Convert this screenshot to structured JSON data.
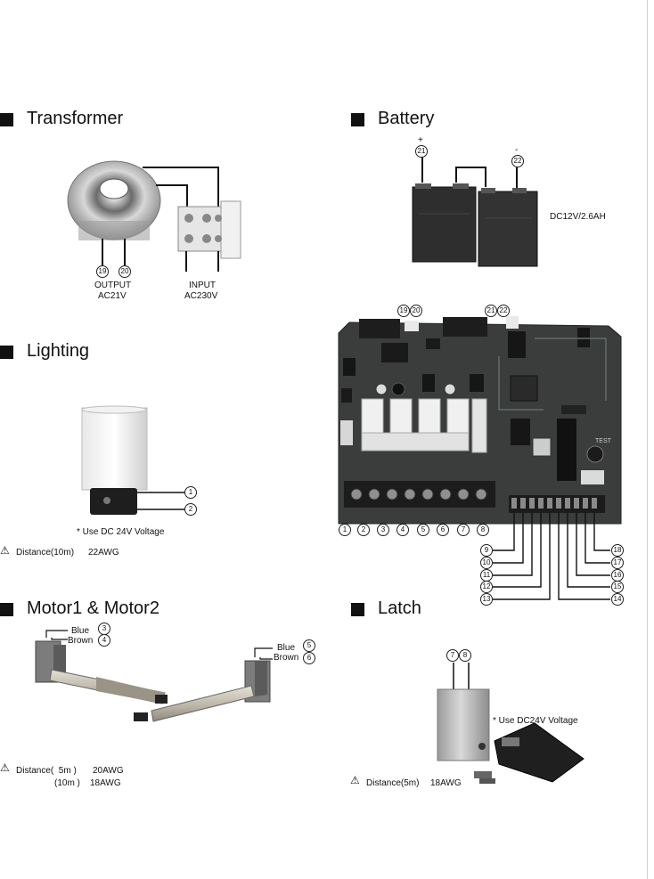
{
  "sections": {
    "transformer": {
      "title": "Transformer",
      "output_terminals": [
        "19",
        "20"
      ],
      "output_label": "OUTPUT",
      "output_voltage": "AC21V",
      "input_label": "INPUT",
      "input_voltage": "AC230V"
    },
    "battery": {
      "title": "Battery",
      "plus_sign": "+",
      "minus_sign": "-",
      "plus_terminal": "21",
      "minus_terminal": "22",
      "spec": "DC12V/2.6AH"
    },
    "lighting": {
      "title": "Lighting",
      "terminals": [
        "1",
        "2"
      ],
      "note": "* Use DC 24V Voltage",
      "distance": "Distance(10m)",
      "gauge": "22AWG"
    },
    "board": {
      "top_terminals_left": [
        "19",
        "20"
      ],
      "top_terminals_right": [
        "21",
        "22"
      ],
      "bottom_terminals": [
        "1",
        "2",
        "3",
        "4",
        "5",
        "6",
        "7",
        "8"
      ],
      "left_stack": [
        "9",
        "10",
        "11",
        "12",
        "13"
      ],
      "right_stack": [
        "18",
        "17",
        "16",
        "15",
        "14"
      ],
      "test_label": "TEST"
    },
    "motor": {
      "title": "Motor1 & Motor2",
      "motor1_wires": [
        {
          "color": "Blue",
          "terminal": "3"
        },
        {
          "color": "Brown",
          "terminal": "4"
        }
      ],
      "motor2_wires": [
        {
          "color": "Blue",
          "terminal": "5"
        },
        {
          "color": "Brown",
          "terminal": "6"
        }
      ],
      "distance_line1": "Distance(  5m )",
      "gauge_line1": "20AWG",
      "distance_line2": "(10m )",
      "gauge_line2": "18AWG"
    },
    "latch": {
      "title": "Latch",
      "terminals": [
        "7",
        "8"
      ],
      "note": "* Use DC24V Voltage",
      "distance": "Distance(5m)",
      "gauge": "18AWG"
    }
  },
  "icons": [
    "warning-triangle-icon",
    "section-bullet-icon"
  ],
  "colors": {
    "ink": "#111111",
    "pcb": "#3a3d3b",
    "terminal_block": "#1c1c1c"
  }
}
